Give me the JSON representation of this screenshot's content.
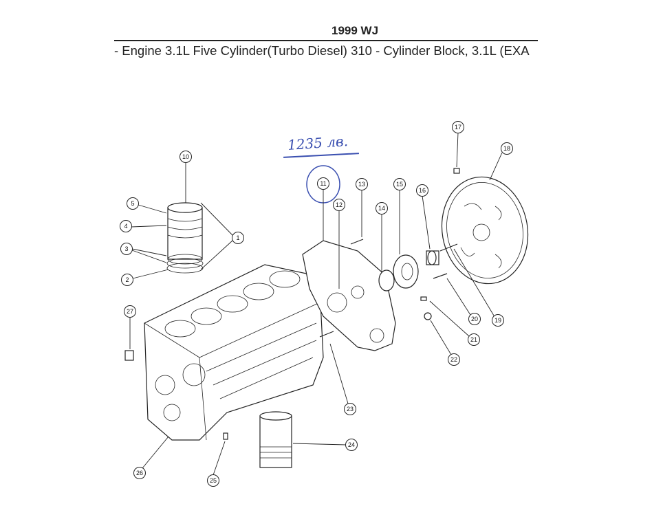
{
  "header": {
    "title": "1999 WJ",
    "subtitle": "- Engine 3.1L Five Cylinder(Turbo Diesel)   310 - Cylinder Block, 3.1L (EXA"
  },
  "handwritten_note": "1235 лв.",
  "callouts": [
    {
      "id": "1",
      "label": "1"
    },
    {
      "id": "2",
      "label": "2"
    },
    {
      "id": "3",
      "label": "3"
    },
    {
      "id": "4",
      "label": "4"
    },
    {
      "id": "5",
      "label": "5"
    },
    {
      "id": "10",
      "label": "10"
    },
    {
      "id": "11",
      "label": "11"
    },
    {
      "id": "12",
      "label": "12"
    },
    {
      "id": "13",
      "label": "13"
    },
    {
      "id": "14",
      "label": "14"
    },
    {
      "id": "15",
      "label": "15"
    },
    {
      "id": "16",
      "label": "16"
    },
    {
      "id": "17",
      "label": "17"
    },
    {
      "id": "18",
      "label": "18"
    },
    {
      "id": "19",
      "label": "19"
    },
    {
      "id": "20",
      "label": "20"
    },
    {
      "id": "21",
      "label": "21"
    },
    {
      "id": "22",
      "label": "22"
    },
    {
      "id": "23",
      "label": "23"
    },
    {
      "id": "24",
      "label": "24"
    },
    {
      "id": "25",
      "label": "25"
    },
    {
      "id": "26",
      "label": "26"
    },
    {
      "id": "27",
      "label": "27"
    }
  ]
}
